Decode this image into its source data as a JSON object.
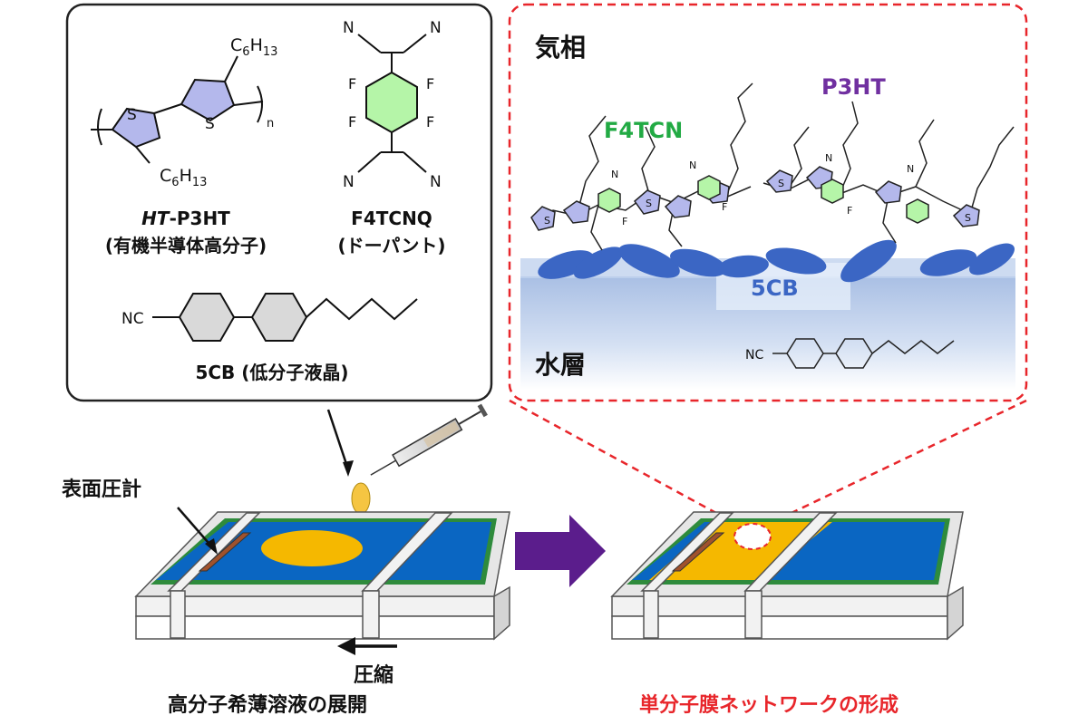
{
  "colors": {
    "thiophene_fill": "#b4b8ec",
    "benzene_fill": "#b5f5a8",
    "lc_blue": "#3b66c4",
    "water_top": "#a9bfe4",
    "water_bottom": "#ffffff",
    "trough_blue": "#0a66c2",
    "film_yellow": "#f5b800",
    "arrow_purple": "#5b1d8c",
    "red_dash": "#e8262b",
    "f4tcnq_green": "#22aa44",
    "p3ht_purple": "#7030a0"
  },
  "legend_box": {
    "p3ht": {
      "c6h13_top": {
        "base": "C",
        "sub1": "6",
        "mid": "H",
        "sub2": "13"
      },
      "c6h13_bottom": {
        "base": "C",
        "sub1": "6",
        "mid": "H",
        "sub2": "13"
      },
      "sulfur": "S",
      "n_subscript": "n",
      "name_italic": "HT",
      "name_rest": "-P3HT",
      "role": "(有機半導体高分子)"
    },
    "f4tcnq": {
      "n_atom": "N",
      "f_atom": "F",
      "name": "F4TCNQ",
      "role": "(ドーパント)"
    },
    "fivecb": {
      "nc_label": "NC",
      "label": "5CB (低分子液晶)"
    }
  },
  "zoom_box": {
    "gas_phase": "気相",
    "water_layer": "水層",
    "f4tcn_label": "F4TCN",
    "p3ht_label": "P3HT",
    "fivecb_label": "5CB",
    "nc_label": "NC",
    "n_atom": "N",
    "s_atom": "S",
    "f_atom": "F"
  },
  "left_trough": {
    "pressure_gauge": "表面圧計",
    "compress": "圧縮",
    "caption": "高分子希薄溶液の展開"
  },
  "right_trough": {
    "caption": "単分子膜ネットワークの形成"
  }
}
